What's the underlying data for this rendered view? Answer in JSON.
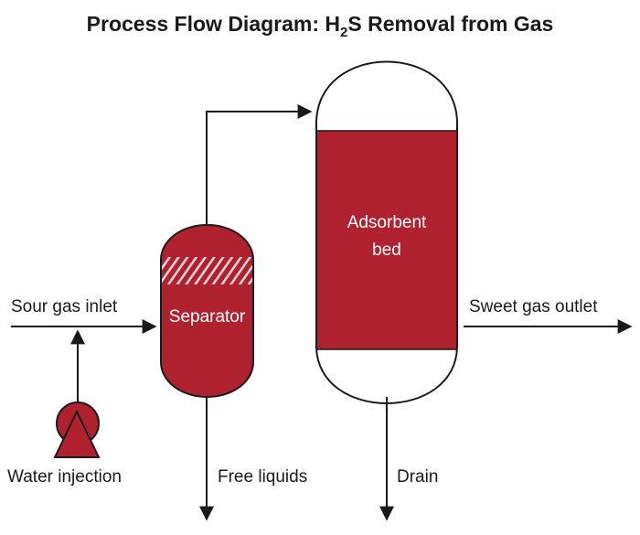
{
  "title": {
    "prefix": "Process Flow Diagram: H",
    "subscript": "2",
    "suffix": "S Removal from Gas"
  },
  "colors": {
    "vessel_fill": "#b0212f",
    "line": "#1a1a1a",
    "background": "#ffffff"
  },
  "equipment": {
    "separator": {
      "label": "Separator"
    },
    "adsorbent_bed": {
      "label_line1": "Adsorbent",
      "label_line2": "bed"
    },
    "pump": {
      "label": "Water injection"
    }
  },
  "streams": {
    "inlet": "Sour gas inlet",
    "outlet": "Sweet gas outlet",
    "free_liquids": "Free liquids",
    "drain": "Drain"
  }
}
